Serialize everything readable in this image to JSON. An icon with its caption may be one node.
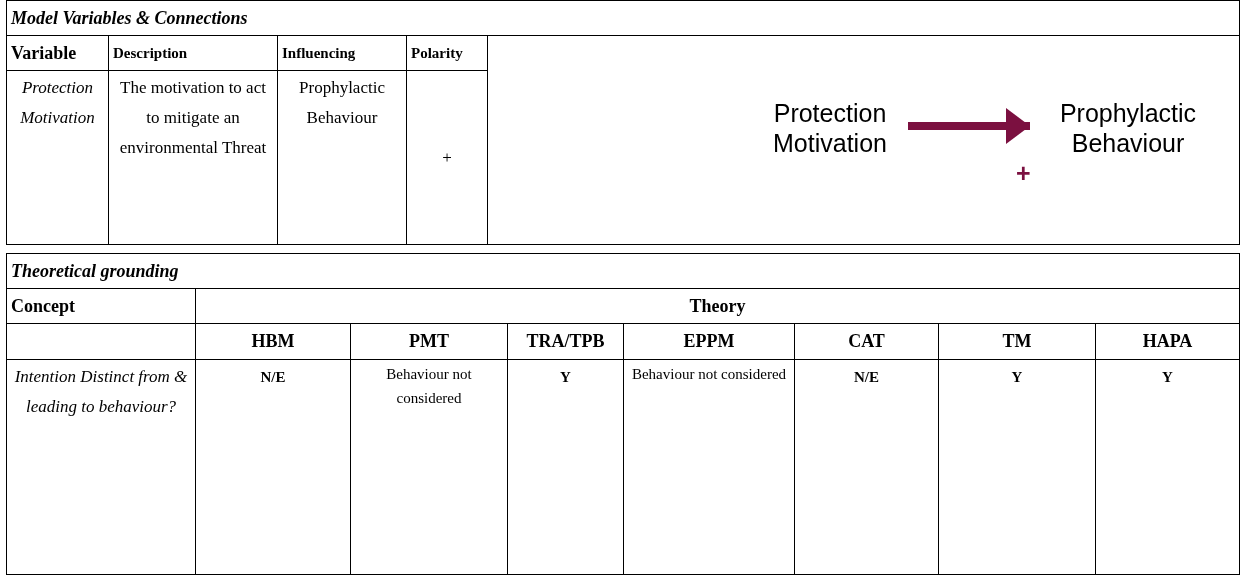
{
  "diagram": {
    "nodes": [
      {
        "text": [
          "Protection Motivation"
        ]
      },
      {
        "text": [
          "Prophylactic Behaviour"
        ]
      }
    ],
    "edges": [
      {
        "from": 0,
        "to": 1,
        "arrow": "to",
        "label": "+",
        "color": "#7b1040"
      }
    ],
    "labels": [
      "Model Variables & Connections",
      "Variable",
      "Description",
      "Influencing",
      "Polarity",
      "Protection Motivation",
      "The motivation to act to mitigate an environmental Threat",
      "Prophylactic Behaviour",
      "+",
      "Theoretical grounding",
      "Concept",
      "Theory",
      "HBM",
      "PMT",
      "TRA/TPB",
      "EPPM",
      "CAT",
      "TM",
      "HAPA",
      "Intention Distinct from & leading to behaviour?",
      "N/E",
      "Behaviour not considered",
      "Y",
      "Behaviour not considered",
      "N/E",
      "Y",
      "Y"
    ]
  }
}
